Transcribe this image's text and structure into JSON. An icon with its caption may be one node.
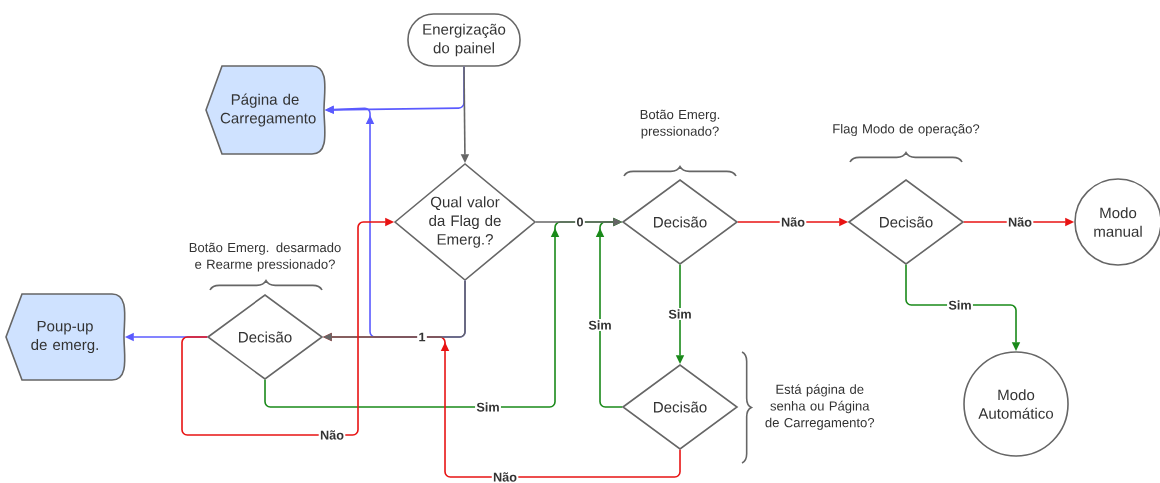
{
  "diagram": {
    "nodes": [
      {
        "text": [
          "Energização do painel"
        ]
      },
      {
        "text": [
          "Página de Carregamento"
        ]
      },
      {
        "text": [
          "Qual valor da Flag de Emerg.?"
        ]
      },
      {
        "text": [
          "Decisão"
        ],
        "beside": [
          "Botão Emerg. desarmado e Rearme pressionado?"
        ]
      },
      {
        "text": [
          "Poup-up de emerg."
        ]
      },
      {
        "text": [
          "Decisão"
        ],
        "beside": [
          "Botão Emerg. pressionado?"
        ]
      },
      {
        "text": [
          "Decisão"
        ],
        "beside": [
          "Flag Modo de operação?"
        ]
      },
      {
        "text": [
          "Modo manual"
        ]
      },
      {
        "text": [
          "Decisão"
        ],
        "beside": [
          "Está página de senha ou Página de Carregamento?"
        ]
      },
      {
        "text": [
          "Modo Automático"
        ]
      }
    ],
    "edges": [
      {
        "from": 0,
        "to": 2,
        "arrow": "to",
        "color": "#666666"
      },
      {
        "from": 0,
        "to": 1,
        "arrow": "to",
        "color": "#5b5bff"
      },
      {
        "from": 2,
        "to": 5,
        "arrow": "to",
        "label": "0",
        "color": "#666666"
      },
      {
        "from": 2,
        "to": 3,
        "arrow": "to",
        "label": "1",
        "color": "#666666"
      },
      {
        "from": 2,
        "to": 1,
        "arrow": "to",
        "color": "#5b5bff"
      },
      {
        "from": 3,
        "to": 4,
        "arrow": "to",
        "color": "#5b5bff"
      },
      {
        "from": 3,
        "to": 2,
        "arrow": "to",
        "label": "Não",
        "color": "#e81313"
      },
      {
        "from": 3,
        "to": 5,
        "arrow": "to",
        "label": "Sim",
        "color": "#1a8a1a"
      },
      {
        "from": 5,
        "to": 6,
        "arrow": "to",
        "label": "Não",
        "color": "#e81313"
      },
      {
        "from": 5,
        "to": 8,
        "arrow": "to",
        "label": "Sim",
        "color": "#1a8a1a"
      },
      {
        "from": 8,
        "to": 5,
        "arrow": "to",
        "label": "Sim",
        "color": "#1a8a1a"
      },
      {
        "from": 8,
        "to": 3,
        "arrow": "to",
        "label": "Não",
        "color": "#e81313"
      },
      {
        "from": 6,
        "to": 7,
        "arrow": "to",
        "label": "Não",
        "color": "#e81313"
      },
      {
        "from": 6,
        "to": 9,
        "arrow": "to",
        "label": "Sim",
        "color": "#1a8a1a"
      }
    ]
  }
}
